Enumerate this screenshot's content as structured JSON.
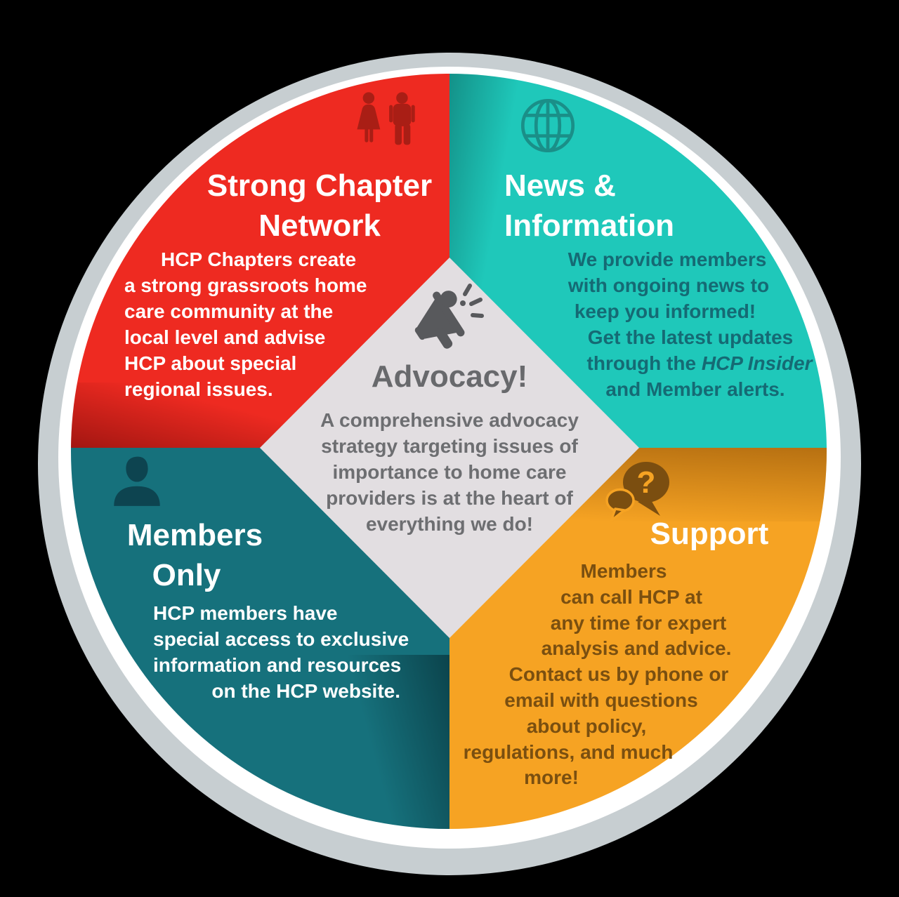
{
  "palette": {
    "red": "#ee2a21",
    "red_icon": "#a91e15",
    "teal": "#1fc8ba",
    "teal_body_text": "#156a74",
    "teal_icon": "#1a8f88",
    "dark_teal": "#16717c",
    "dark_teal_icon": "#0d4450",
    "orange": "#f6a323",
    "brown_text": "#7a4f10",
    "brown_icon": "#7b4e10",
    "diamond_bg": "#e2dee1",
    "center_title_color": "#68696c",
    "center_body_color": "#6d6e71",
    "ring_gray": "#c7ced1",
    "ring_white": "#ffffff",
    "title_color": "#ffffff"
  },
  "center_panel": {
    "icon": "megaphone-icon",
    "title": "Advocacy!",
    "body_lines": [
      "A comprehensive advocacy",
      "strategy targeting issues of",
      "importance to home care",
      "providers is at the heart of",
      "everything we do!"
    ]
  },
  "quadrants": {
    "strong_chapter_network": {
      "icon": "couple-icon",
      "title_lines": [
        "Strong Chapter",
        "Network"
      ],
      "body_lines": [
        "HCP Chapters create",
        "a strong grassroots home",
        "care community at the",
        "local level and advise",
        "HCP about special",
        "regional issues."
      ]
    },
    "news_information": {
      "icon": "globe-icon",
      "title_lines": [
        "News &",
        "Information"
      ],
      "body_lines": [
        "We provide members",
        "with ongoing news to",
        "keep you informed!",
        "Get the latest updates"
      ],
      "body_line_italic_prefix": "through the ",
      "body_line_italic": "HCP Insider",
      "body_line_last": "and Member alerts."
    },
    "members_only": {
      "icon": "person-icon",
      "title_lines": [
        "Members",
        "Only"
      ],
      "body_lines": [
        "HCP members have",
        "special access to exclusive",
        "information and resources",
        "on the HCP website."
      ]
    },
    "support": {
      "icon": "question-bubbles-icon",
      "title": "Support",
      "question_mark": "?",
      "body_lines": [
        "Members",
        "can call HCP at",
        "any time for expert",
        "analysis and advice.",
        "Contact us by phone or",
        "email with questions",
        "about policy,",
        "regulations, and much",
        "more!"
      ]
    }
  }
}
